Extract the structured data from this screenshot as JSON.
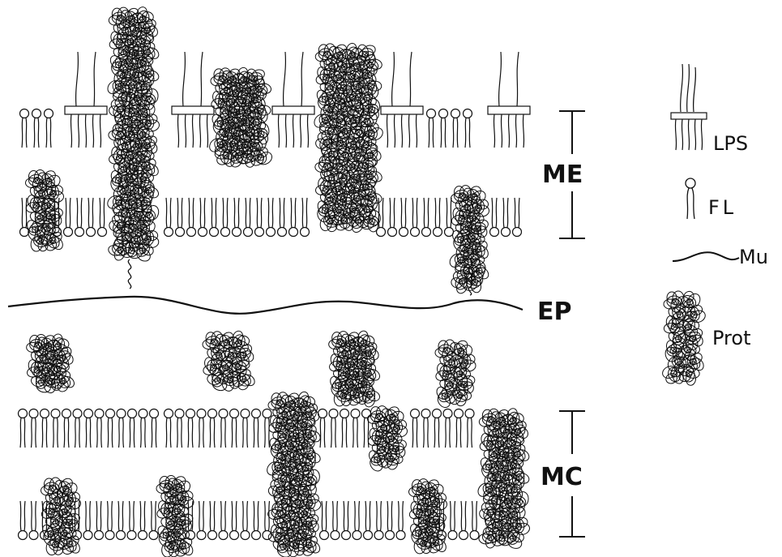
{
  "labels": {
    "outer_membrane": "ME",
    "periplasm": "EP",
    "cytoplasmic_membrane": "MC"
  },
  "legend": {
    "lps": "LPS",
    "phospholipid": "FL",
    "murein": "Mu",
    "protein": "Prot"
  },
  "colors": {
    "ink": "#111111",
    "background": "#ffffff"
  }
}
